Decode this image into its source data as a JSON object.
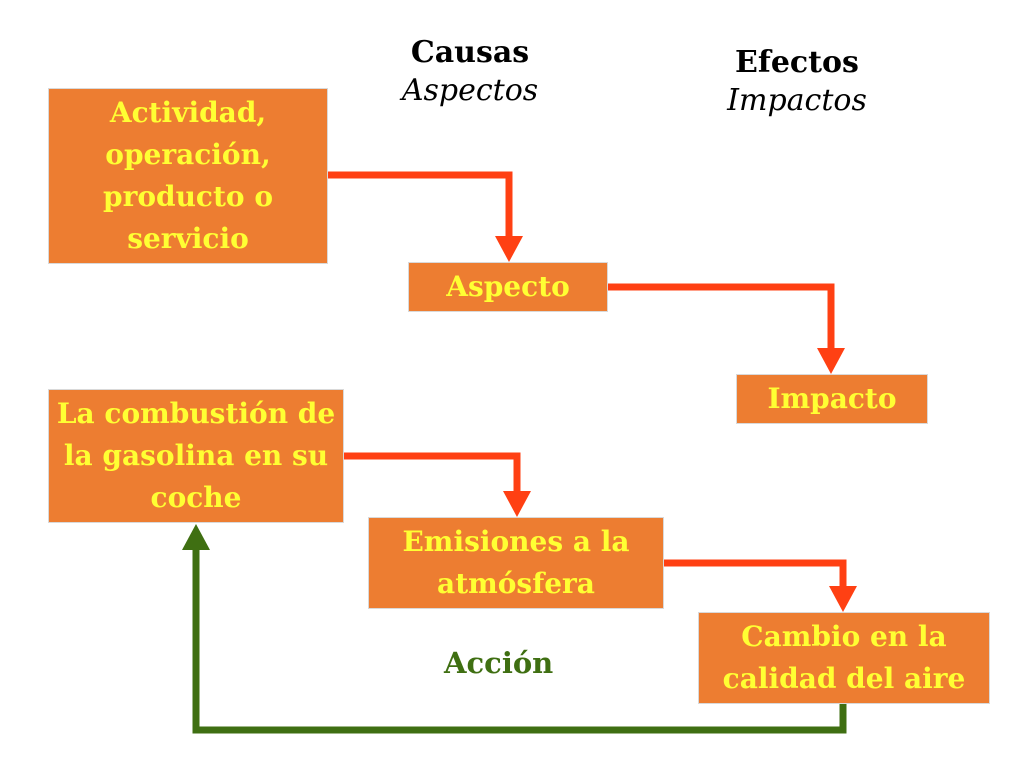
{
  "headers": {
    "causes": {
      "title": "Causas",
      "subtitle": "Aspectos"
    },
    "effects": {
      "title": "Efectos",
      "subtitle": "Impactos"
    }
  },
  "boxes": {
    "activity": "Actividad, operación, producto o servicio",
    "aspect": "Aspecto",
    "impact": "Impacto",
    "combustion": "La combustión de la gasolina en su coche",
    "emissions": "Emisiones a la atmósfera",
    "air_quality": "Cambio en la calidad del aire"
  },
  "action_label": "Acción",
  "colors": {
    "box_fill": "#ED7D31",
    "box_text": "#FFFF33",
    "arrow_red": "#FF4013",
    "arrow_green": "#3F6F12"
  }
}
